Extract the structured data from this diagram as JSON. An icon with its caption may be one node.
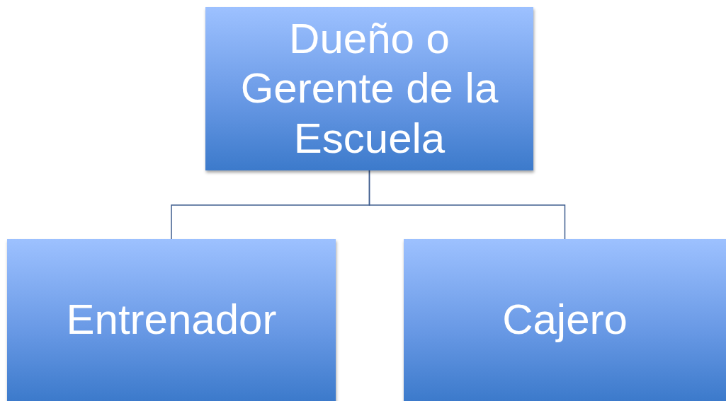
{
  "diagram": {
    "nodes": [
      {
        "text": [
          "Dueño o Gerente de la Escuela"
        ]
      },
      {
        "text": [
          "Entrenador"
        ]
      },
      {
        "text": [
          "Cajero"
        ]
      }
    ],
    "edges": [
      {
        "from": 0,
        "to": 1,
        "arrow": "none"
      },
      {
        "from": 0,
        "to": 2,
        "arrow": "none"
      }
    ]
  }
}
